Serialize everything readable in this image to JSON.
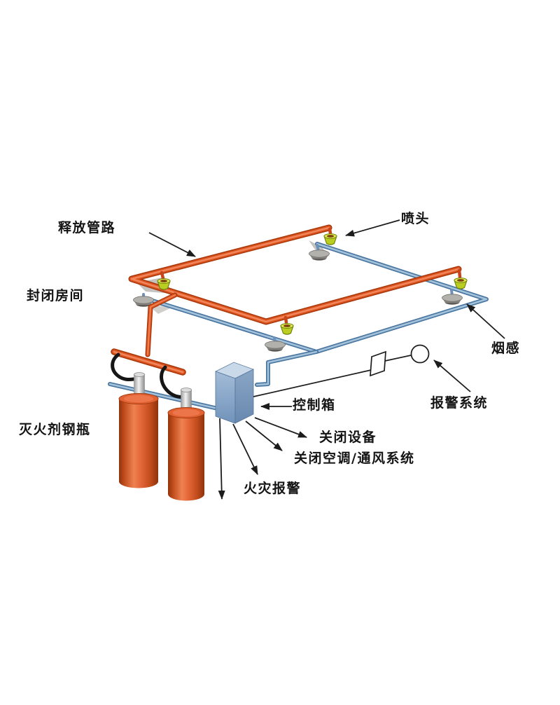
{
  "diagram": {
    "type": "fire-suppression-system-schematic",
    "labels": {
      "release_piping": "释放管路",
      "nozzle": "喷头",
      "enclosed_room": "封闭房间",
      "smoke_detector": "烟感",
      "alarm_system": "报警系统",
      "control_box": "控制箱",
      "shutdown_equipment": "关闭设备",
      "shutdown_hvac": "关闭空调/通风系统",
      "fire_alarm": "火灾报警",
      "agent_cylinders": "灭火剂钢瓶"
    },
    "components": {
      "nozzle_count": 4,
      "smoke_detector_count": 4,
      "cylinder_count": 2,
      "alarm_bell_shape": "circle",
      "alarm_box_shape": "square"
    },
    "colors": {
      "release_pipe": "#d9541f",
      "release_pipe_dark": "#a83508",
      "release_pipe_light": "#f2855a",
      "detection_pipe": "#4a769f",
      "detection_pipe_light": "#a3c2dc",
      "cylinder_orange": "#e5683a",
      "control_box_blue": "#8fadd0",
      "nozzle_green": "#b9ce20",
      "detector_gray": "#b3b1ac",
      "hose_black": "#161616",
      "annotation": "#1c1c1c",
      "label_text": "#141414"
    }
  }
}
